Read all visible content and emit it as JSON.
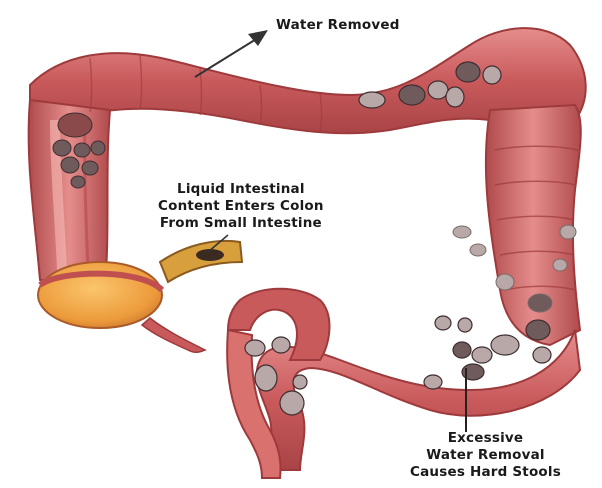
{
  "labels": {
    "water_removed": "Water Removed",
    "liquid_content": [
      "Liquid Intestinal",
      "Content Enters Colon",
      "From Small Intestine"
    ],
    "excessive_removal": [
      "Excessive",
      "Water Removal",
      "Causes Hard Stools"
    ]
  },
  "colors": {
    "colon_outer": "#c95a5c",
    "colon_inner": "#e88a88",
    "colon_dark": "#9e3a3c",
    "cecum": "#f0a448",
    "stool": "#6f5a5c",
    "stool_light": "#b9a8a8",
    "arrow": "#333333"
  }
}
